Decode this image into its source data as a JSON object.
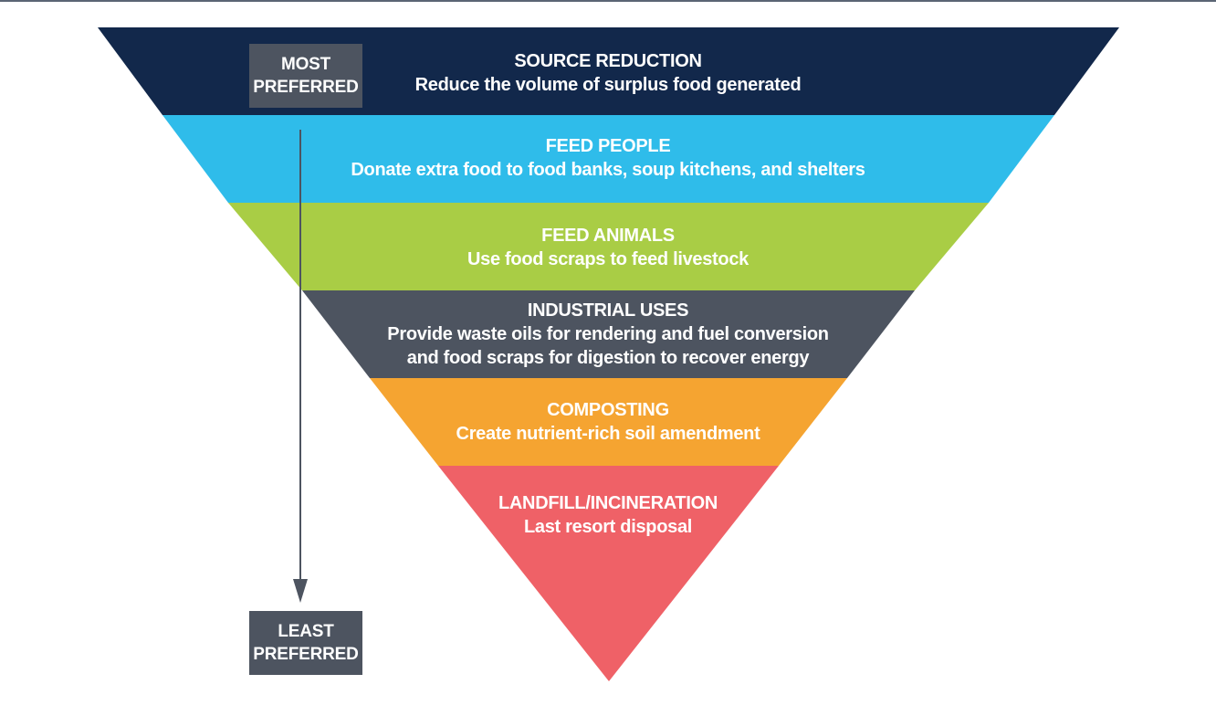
{
  "top_label": {
    "line1": "MOST",
    "line2": "PREFERRED"
  },
  "bottom_label": {
    "line1": "LEAST",
    "line2": "PREFERRED"
  },
  "tiers": [
    {
      "title": "SOURCE REDUCTION",
      "lines": [
        "Reduce the volume of surplus food generated"
      ],
      "color": "#12284b"
    },
    {
      "title": "FEED PEOPLE",
      "lines": [
        "Donate extra food to food banks, soup kitchens, and shelters"
      ],
      "color": "#2fbcea"
    },
    {
      "title": "FEED ANIMALS",
      "lines": [
        "Use food scraps to feed livestock"
      ],
      "color": "#a9cd45"
    },
    {
      "title": "INDUSTRIAL USES",
      "lines": [
        "Provide waste oils for rendering and fuel conversion",
        "and food scraps for digestion to recover energy"
      ],
      "color": "#4d5460"
    },
    {
      "title": "COMPOSTING",
      "lines": [
        "Create nutrient-rich soil amendment"
      ],
      "color": "#f5a431"
    },
    {
      "title": "LANDFILL/INCINERATION",
      "lines": [
        "Last resort disposal"
      ],
      "color": "#ef6167"
    }
  ],
  "arrow_color": "#4d5460"
}
